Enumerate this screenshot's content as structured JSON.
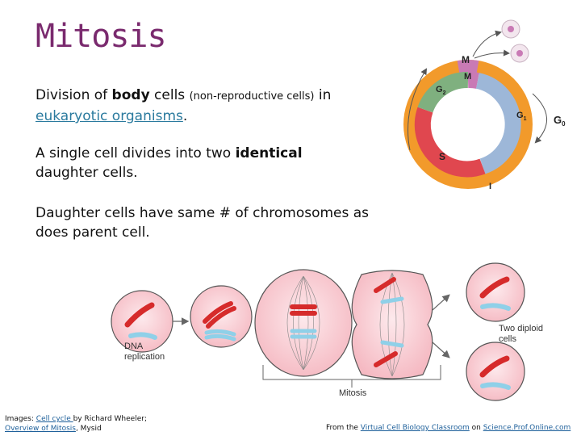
{
  "slide": {
    "title": "Mitosis",
    "p1": {
      "a": "Division of ",
      "b": "body",
      "c": " cells ",
      "d": "(non-reproductive cells)",
      "e": " in ",
      "link": "eukaryotic organisms",
      "f": "."
    },
    "p2": {
      "a": "A single cell divides into two ",
      "b": "identical",
      "c": " daughter cells."
    },
    "p3": "Daughter cells have same # of chromosomes as does parent cell."
  },
  "cell_cycle": {
    "labels": {
      "m_outer": "M",
      "m_inner": "M",
      "g2": "G",
      "g2_sub": "2",
      "g1": "G",
      "g1_sub": "1",
      "g0": "G",
      "g0_sub": "0",
      "s": "S",
      "i": "I"
    },
    "colors": {
      "m": "#c97ab5",
      "g2": "#7fb07f",
      "g1": "#9db7d8",
      "s": "#e0474f",
      "outer": "#f29a2b"
    }
  },
  "mitosis_figure": {
    "dna_replication": [
      "DNA",
      "replication"
    ],
    "two_diploid": [
      "Two diploid",
      "cells"
    ],
    "mitosis_label": "Mitosis"
  },
  "credits": {
    "images_prefix": "Images: ",
    "cell_cycle_link": "Cell cycle ",
    "by": "by Richard Wheeler;",
    "overview_link": "Overview of Mitosis",
    "mysid": ", Mysid",
    "from_the": "From the ",
    "vcbc_link": "Virtual Cell Biology Classroom",
    "on": " on ",
    "site_link": "Science.Prof.Online.com"
  }
}
